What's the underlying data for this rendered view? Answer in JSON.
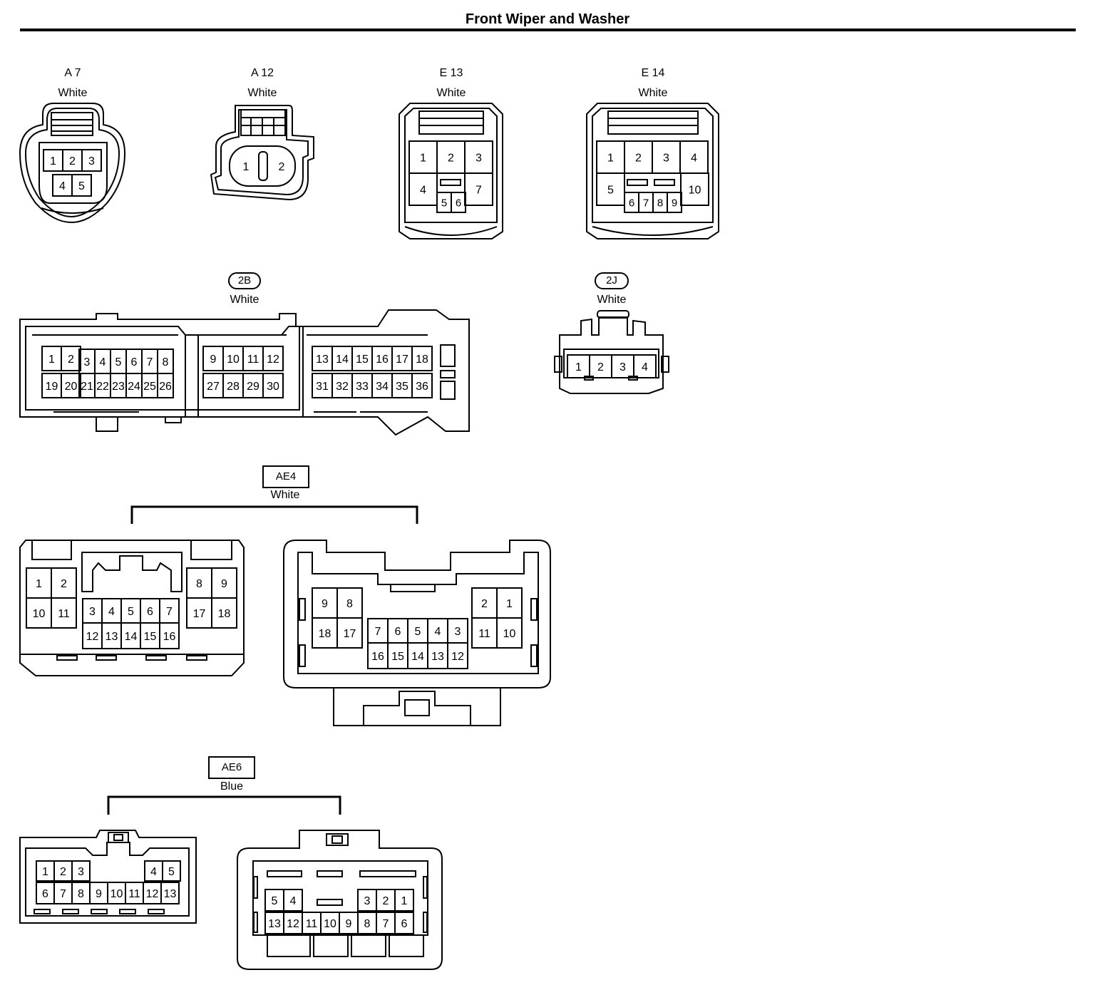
{
  "title": "Front Wiper and Washer",
  "connectors": [
    {
      "id": "a7",
      "code": "A 7",
      "color": "White",
      "pins": [
        "1",
        "2",
        "3",
        "4",
        "5"
      ]
    },
    {
      "id": "a12",
      "code": "A 12",
      "color": "White",
      "pins": [
        "1",
        "2"
      ]
    },
    {
      "id": "e13",
      "code": "E 13",
      "color": "White",
      "pins": [
        "1",
        "2",
        "3",
        "4",
        "5",
        "6",
        "7"
      ]
    },
    {
      "id": "e14",
      "code": "E 14",
      "color": "White",
      "pins": [
        "1",
        "2",
        "3",
        "4",
        "5",
        "6",
        "7",
        "8",
        "9",
        "10"
      ]
    },
    {
      "id": "2b",
      "code": "2B",
      "color": "White",
      "pins": [
        "1",
        "2",
        "3",
        "4",
        "5",
        "6",
        "7",
        "8",
        "9",
        "10",
        "11",
        "12",
        "13",
        "14",
        "15",
        "16",
        "17",
        "18",
        "19",
        "20",
        "21",
        "22",
        "23",
        "24",
        "25",
        "26",
        "27",
        "28",
        "29",
        "30",
        "31",
        "32",
        "33",
        "34",
        "35",
        "36"
      ]
    },
    {
      "id": "2j",
      "code": "2J",
      "color": "White",
      "pins": [
        "1",
        "2",
        "3",
        "4"
      ]
    },
    {
      "id": "ae4",
      "code": "AE4",
      "color": "White",
      "pins": [
        "1",
        "2",
        "3",
        "4",
        "5",
        "6",
        "7",
        "8",
        "9",
        "10",
        "11",
        "12",
        "13",
        "14",
        "15",
        "16",
        "17",
        "18"
      ]
    },
    {
      "id": "ae6",
      "code": "AE6",
      "color": "Blue",
      "pins": [
        "1",
        "2",
        "3",
        "4",
        "5",
        "6",
        "7",
        "8",
        "9",
        "10",
        "11",
        "12",
        "13"
      ]
    }
  ]
}
